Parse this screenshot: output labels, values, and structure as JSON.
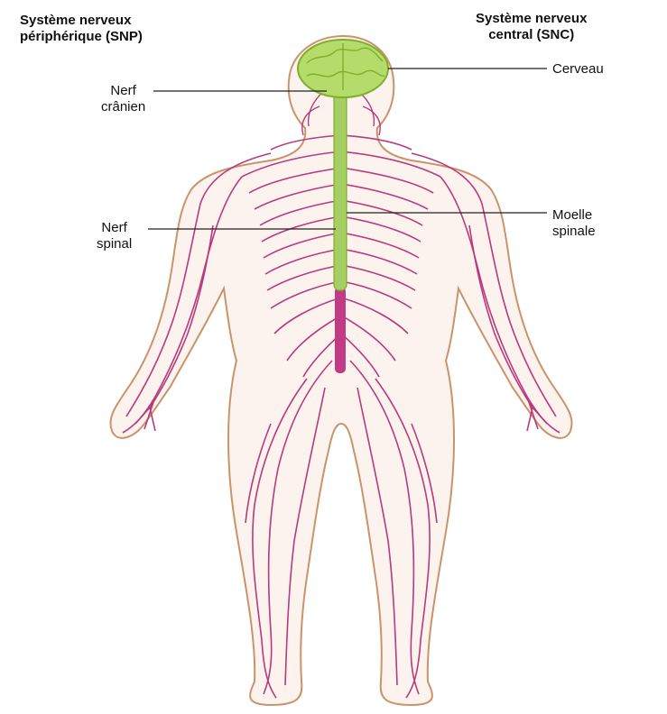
{
  "headings": {
    "pns_line1": "Système nerveux",
    "pns_line2": "périphérique (SNP)",
    "cns_line1": "Système nerveux",
    "cns_line2": "central (SNC)"
  },
  "labels": {
    "brain": "Cerveau",
    "cranial_line1": "Nerf",
    "cranial_line2": "crânien",
    "spinal_nerve_line1": "Nerf",
    "spinal_nerve_line2": "spinal",
    "spinal_cord_line1": "Moelle",
    "spinal_cord_line2": "spinale"
  },
  "colors": {
    "skin_fill": "#fdf3ee",
    "outline": "#c9946a",
    "nerves": "#b83a7a",
    "brain": "#b5dc6a",
    "brain_dark": "#7fae2e",
    "cord": "#a6cf63"
  }
}
